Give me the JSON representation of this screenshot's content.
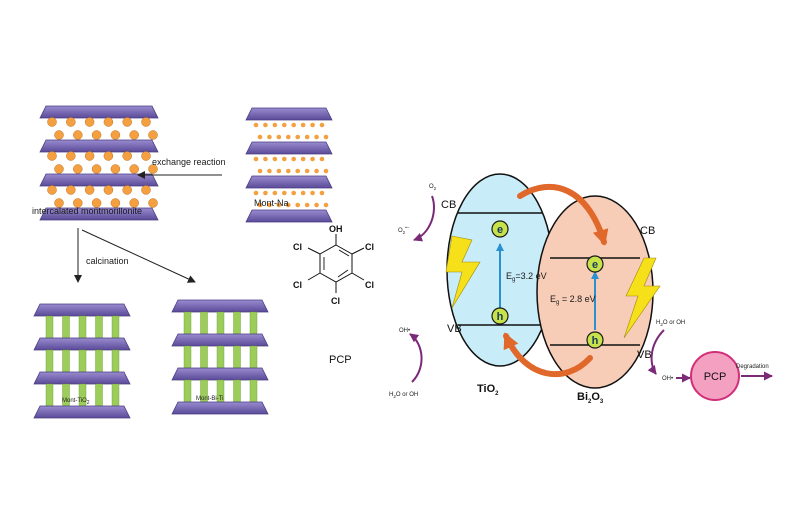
{
  "left_panel": {
    "exchange_reaction": "exchange reaction",
    "intercalated": "intercalated montmorillonite",
    "mont_na": "Mont-Na",
    "calcination": "calcination",
    "mont_tio2": "Mont-TiO",
    "mont_tio2_sub": "2",
    "mont_bi_ti": "Mont-Bi-Ti"
  },
  "molecule": {
    "oh": "OH",
    "cl": "Cl",
    "name": "PCP"
  },
  "mechanism": {
    "o2": "O",
    "o2_sub": "2",
    "o2_radical": "O",
    "o2_radical_sub": "2",
    "o2_radical_sup": "•−",
    "oh_radical_left": "OH•",
    "h2o_left": "H",
    "h2o_left_sub": "2",
    "h2o_left_rest": "O or OH",
    "cb_left": "CB",
    "vb_left": "VB",
    "cb_right": "CB",
    "vb_right": "VB",
    "electron": "e",
    "hole": "h",
    "eg_tio2": "E",
    "eg_tio2_sub": "g",
    "eg_tio2_val": "=3.2 eV",
    "eg_bi2o3": "E",
    "eg_bi2o3_sub": "g",
    "eg_bi2o3_val": " = 2.8 eV",
    "tio2": "TiO",
    "tio2_sub": "2",
    "bi2o3_a": "Bi",
    "bi2o3_sub1": "2",
    "bi2o3_b": "O",
    "bi2o3_sub2": "3",
    "h2o_right": "H",
    "h2o_right_sub": "2",
    "h2o_right_rest": "O or OH",
    "oh_radical_right": "OH•",
    "pcp": "PCP",
    "degradation": "Degradation"
  },
  "colors": {
    "clay_layer": "#7b6bb0",
    "clay_edge": "#4a3d80",
    "pillar": "#9ccc5a",
    "cation": "#f5a040",
    "tio2_fill": "#c8ecf8",
    "bi2o3_fill": "#f8cdb8",
    "transfer_arrow": "#e0682a",
    "purple_arrow": "#7a2a78",
    "pcp_fill": "#f4a0c0",
    "pcp_edge": "#d0307a",
    "carrier": "#c8e24a",
    "lightning": "#f5e01a",
    "vertical_arrow": "#2a90d0"
  }
}
